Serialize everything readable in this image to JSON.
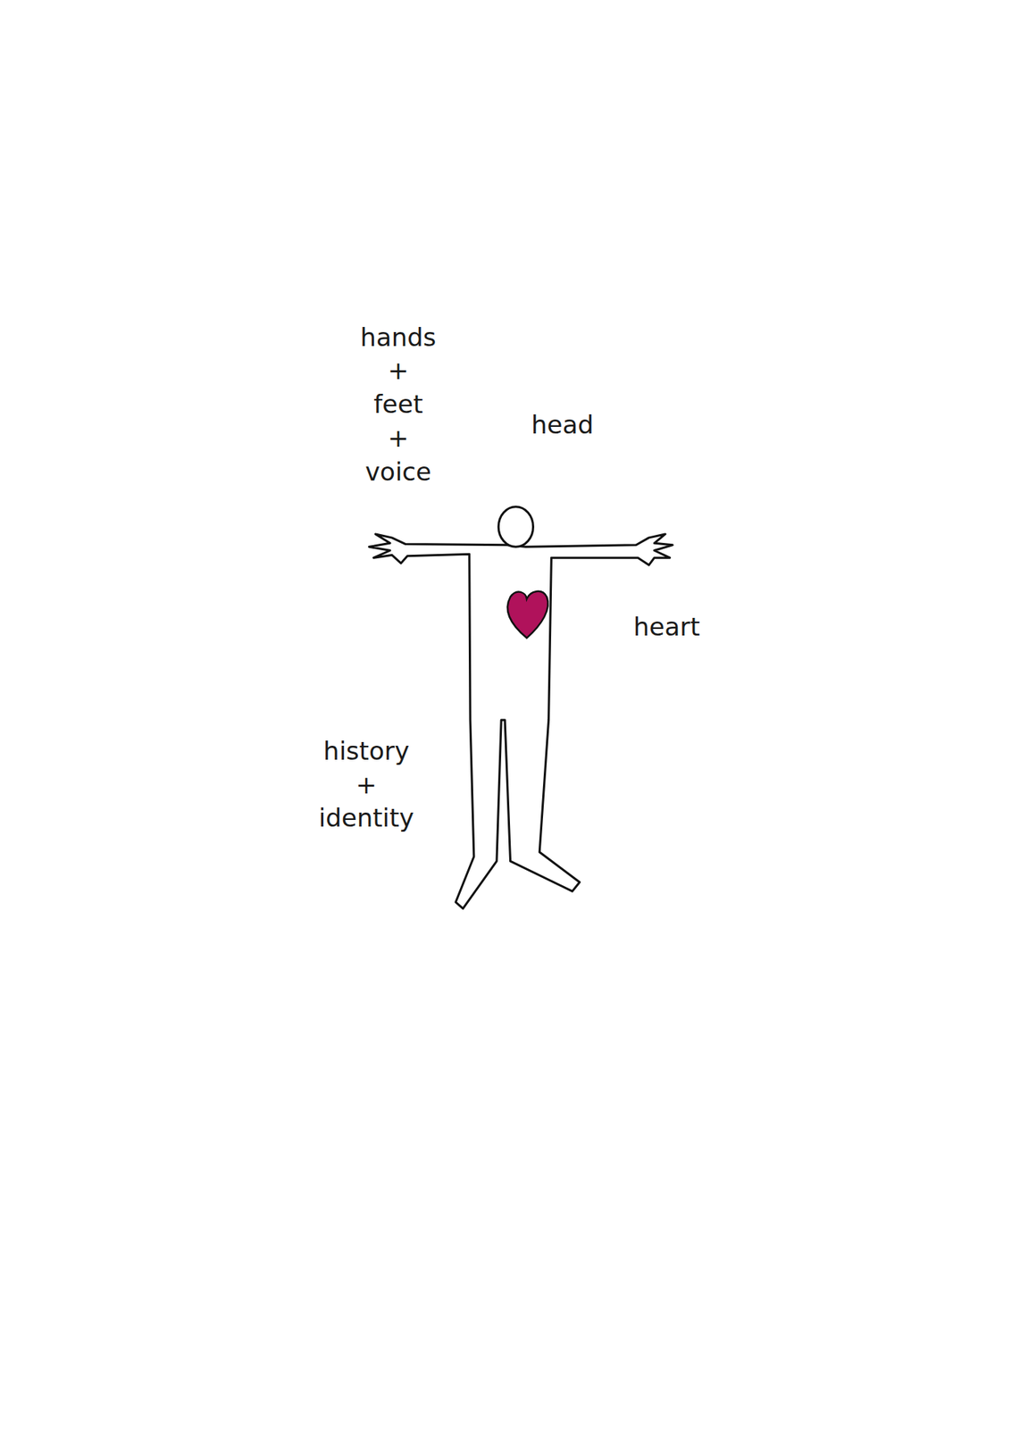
{
  "diagram": {
    "nodes": [
      {
        "text": [
          "hands + feet + voice"
        ]
      },
      {
        "text": [
          "head"
        ]
      },
      {
        "text": [
          "history + identity"
        ]
      },
      {
        "text": [
          "heart"
        ]
      }
    ]
  }
}
